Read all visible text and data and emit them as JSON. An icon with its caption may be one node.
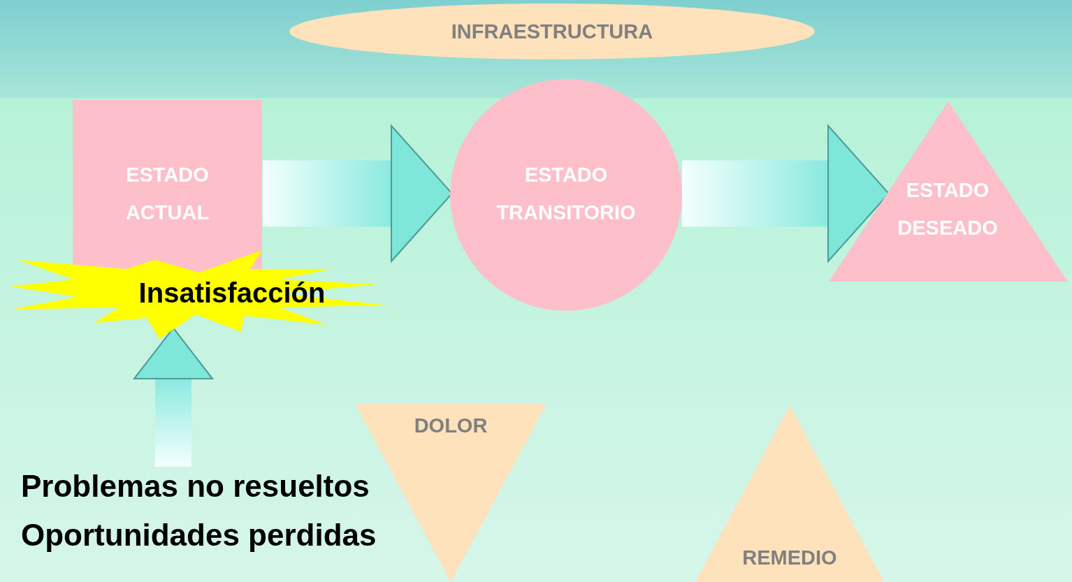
{
  "diagram": {
    "nodes": [
      {
        "text": [
          "INFRAESTRUCTURA"
        ]
      },
      {
        "text": [
          "ESTADO ACTUAL"
        ]
      },
      {
        "text": [
          "Insatisfacción"
        ]
      },
      {
        "text": [
          "ESTADO TRANSITORIO"
        ]
      },
      {
        "text": [
          "ESTADO DESEADO"
        ]
      },
      {
        "text": [
          "Problemas no resueltos",
          "Oportunidades perdidas"
        ]
      },
      {
        "text": [
          "DOLOR"
        ]
      },
      {
        "text": [
          "REMEDIO"
        ]
      }
    ],
    "edges": [
      {
        "from": 1,
        "to": 3,
        "arrow": "to"
      },
      {
        "from": 3,
        "to": 4,
        "arrow": "to"
      },
      {
        "from": 5,
        "to": 2,
        "arrow": "to"
      }
    ]
  }
}
